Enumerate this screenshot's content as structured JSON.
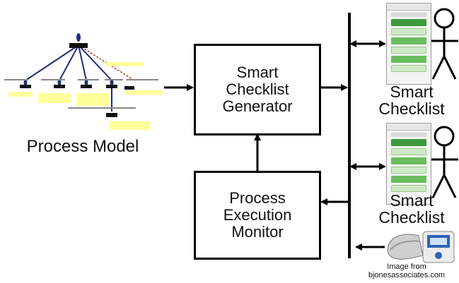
{
  "generator": {
    "lines": [
      "Smart",
      "Checklist",
      "Generator"
    ]
  },
  "monitor": {
    "lines": [
      "Process",
      "Execution",
      "Monitor"
    ]
  },
  "process_model_label": "Process Model",
  "checklist_top_label": [
    "Smart",
    "Checklist"
  ],
  "checklist_bottom_label": [
    "Smart",
    "Checklist"
  ],
  "image_credit": [
    "Image from",
    "bjonesassociates.com"
  ],
  "colors": {
    "line": "#000000",
    "tree_edge": "#1f2e7a",
    "note_fill": "#ffff99",
    "red_dash": "#c0392b",
    "accent_green": "#3c9a3c"
  }
}
